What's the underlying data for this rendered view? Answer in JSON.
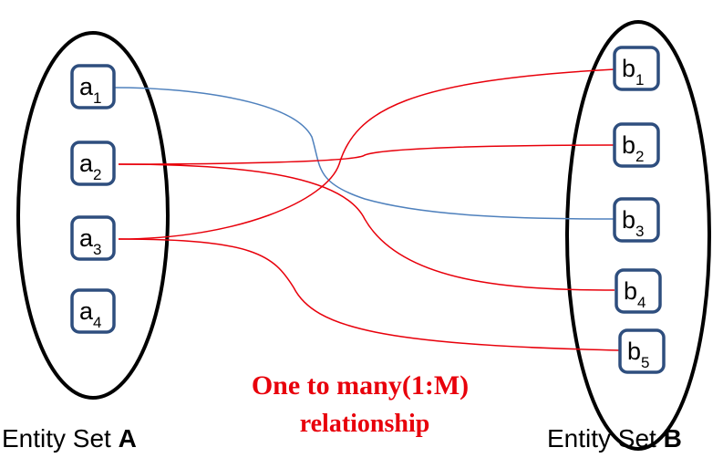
{
  "colors": {
    "one_to_one_link": "#4f81bd",
    "one_to_many_link": "#e8000b",
    "node_border": "#2e4e7e",
    "caption": "#e8000b"
  },
  "entity_set_a": {
    "label_prefix": "Entity Set ",
    "label_bold": "A",
    "nodes": [
      {
        "id": "a1",
        "base": "a",
        "sub": "1"
      },
      {
        "id": "a2",
        "base": "a",
        "sub": "2"
      },
      {
        "id": "a3",
        "base": "a",
        "sub": "3"
      },
      {
        "id": "a4",
        "base": "a",
        "sub": "4"
      }
    ]
  },
  "entity_set_b": {
    "label_prefix": "Entity Set ",
    "label_bold": "B",
    "nodes": [
      {
        "id": "b1",
        "base": "b",
        "sub": "1"
      },
      {
        "id": "b2",
        "base": "b",
        "sub": "2"
      },
      {
        "id": "b3",
        "base": "b",
        "sub": "3"
      },
      {
        "id": "b4",
        "base": "b",
        "sub": "4"
      },
      {
        "id": "b5",
        "base": "b",
        "sub": "5"
      }
    ]
  },
  "relationships": [
    {
      "from": "a1",
      "to": "b3",
      "color": "blue"
    },
    {
      "from": "a2",
      "to": "b2",
      "color": "red"
    },
    {
      "from": "a2",
      "to": "b4",
      "color": "red"
    },
    {
      "from": "a3",
      "to": "b1",
      "color": "red"
    },
    {
      "from": "a3",
      "to": "b5",
      "color": "red"
    }
  ],
  "caption": {
    "line1": "One to many(1:M)",
    "line2": "relationship"
  }
}
